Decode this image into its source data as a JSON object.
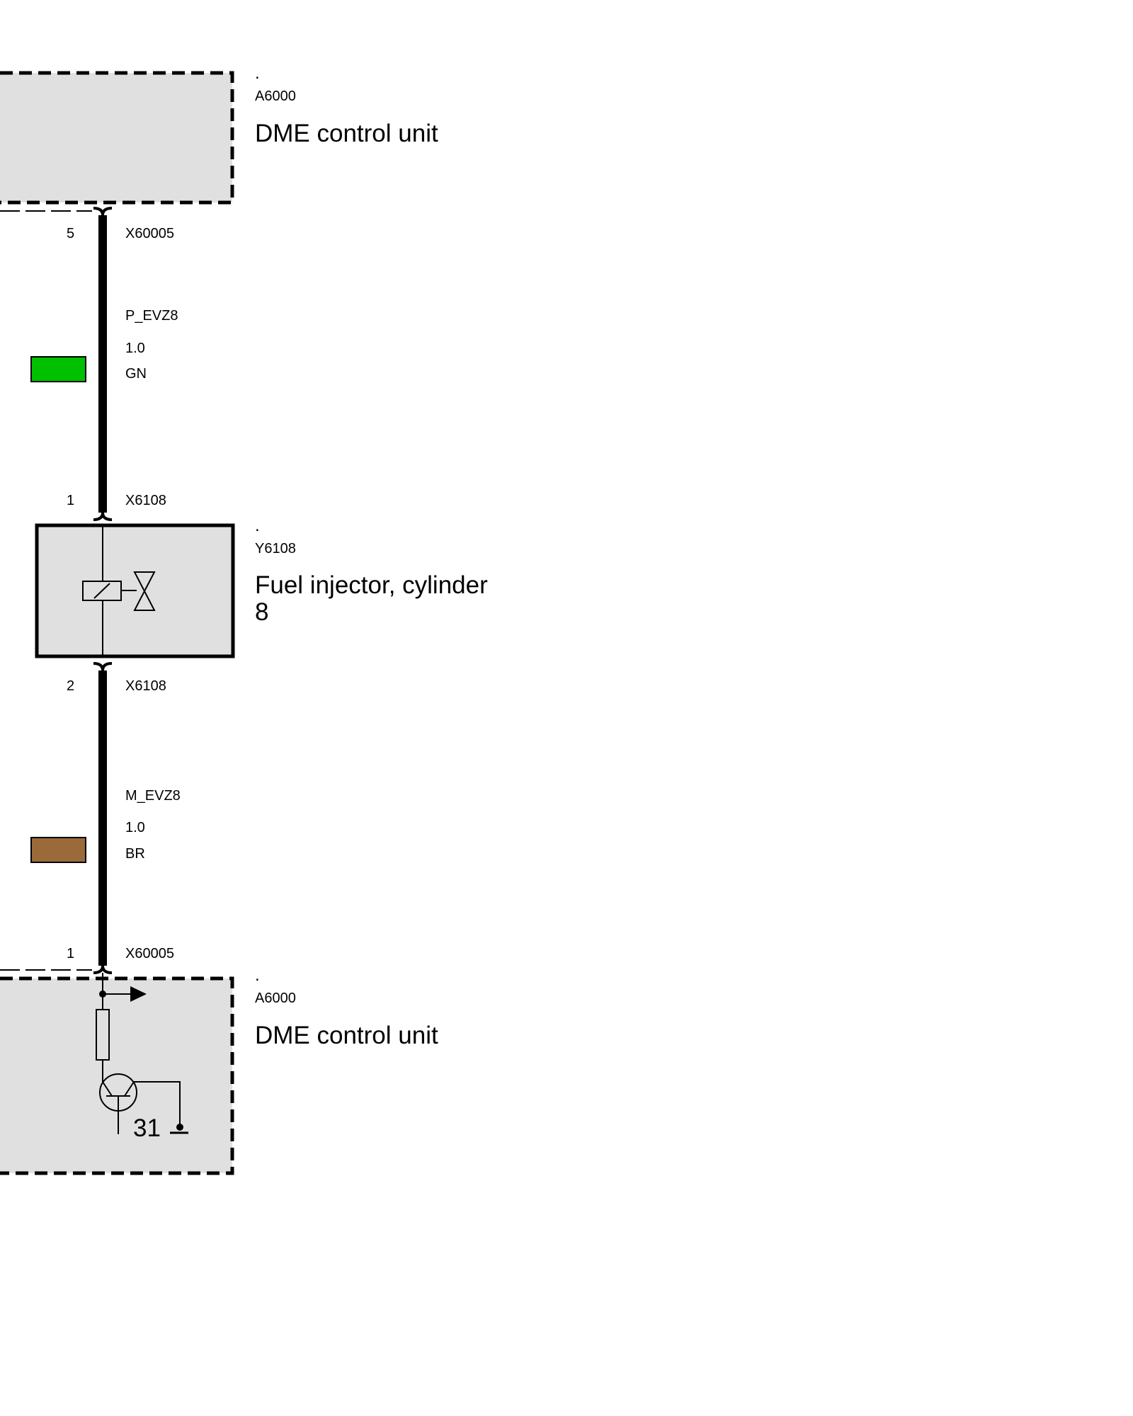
{
  "components": {
    "top_unit": {
      "dot": ".",
      "code": "A6000",
      "name": "DME control unit"
    },
    "injector": {
      "dot": ".",
      "code": "Y6108",
      "name_line1": "Fuel injector, cylinder",
      "name_line2": "8"
    },
    "bottom_unit": {
      "dot": ".",
      "code": "A6000",
      "name": "DME control unit",
      "ground_label": "31"
    }
  },
  "connectors": {
    "top_unit_out": {
      "pin": "5",
      "id": "X60005"
    },
    "injector_in": {
      "pin": "1",
      "id": "X6108"
    },
    "injector_out": {
      "pin": "2",
      "id": "X6108"
    },
    "bottom_unit_in": {
      "pin": "1",
      "id": "X60005"
    }
  },
  "wires": [
    {
      "signal": "P_EVZ8",
      "cross_section": "1.0",
      "color_code": "GN",
      "swatch_color": "#00c000"
    },
    {
      "signal": "M_EVZ8",
      "cross_section": "1.0",
      "color_code": "BR",
      "swatch_color": "#9b6a3a"
    }
  ],
  "colors": {
    "module_fill": "#e0e0e0",
    "line": "#000000"
  }
}
